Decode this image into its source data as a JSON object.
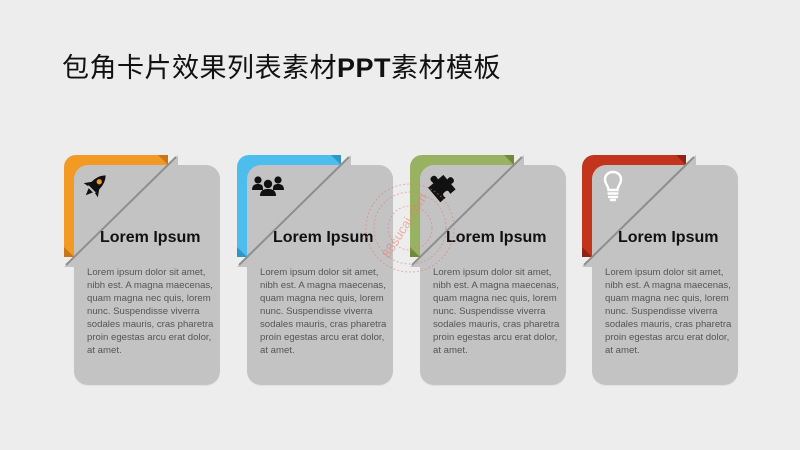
{
  "title": {
    "prefix": "包角卡片效果列表素材",
    "bold": "PPT",
    "suffix": "素材模板"
  },
  "colors": {
    "background": "#eeedee",
    "card": "#c3c3c3",
    "orange": "#f39a25",
    "blue": "#4cbdec",
    "green": "#98b261",
    "red": "#c3341d"
  },
  "cards": [
    {
      "icon": "rocket-icon",
      "color": "#f39a25",
      "title": "Lorem Ipsum",
      "body": "Lorem ipsum dolor sit amet, nibh est. A magna maecenas, quam magna nec quis, lorem nunc. Suspendisse viverra sodales mauris, cras pharetra proin egestas arcu erat dolor, at amet."
    },
    {
      "icon": "users-icon",
      "color": "#4cbdec",
      "title": "Lorem Ipsum",
      "body": "Lorem ipsum dolor sit amet, nibh est. A magna maecenas, quam magna nec quis, lorem nunc. Suspendisse viverra sodales mauris, cras pharetra proin egestas arcu erat dolor, at amet."
    },
    {
      "icon": "puzzle-icon",
      "color": "#98b261",
      "title": "Lorem Ipsum",
      "body": "Lorem ipsum dolor sit amet, nibh est. A magna maecenas, quam magna nec quis, lorem nunc. Suspendisse viverra sodales mauris, cras pharetra proin egestas arcu erat dolor, at amet."
    },
    {
      "icon": "lightbulb-icon",
      "color": "#c3341d",
      "title": "Lorem Ipsum",
      "body": "Lorem ipsum dolor sit amet, nibh est. A magna maecenas, quam magna nec quis, lorem nunc. Suspendisse viverra sodales mauris, cras pharetra proin egestas arcu erat dolor, at amet."
    }
  ],
  "watermark": {
    "text": "88sucai.com"
  }
}
